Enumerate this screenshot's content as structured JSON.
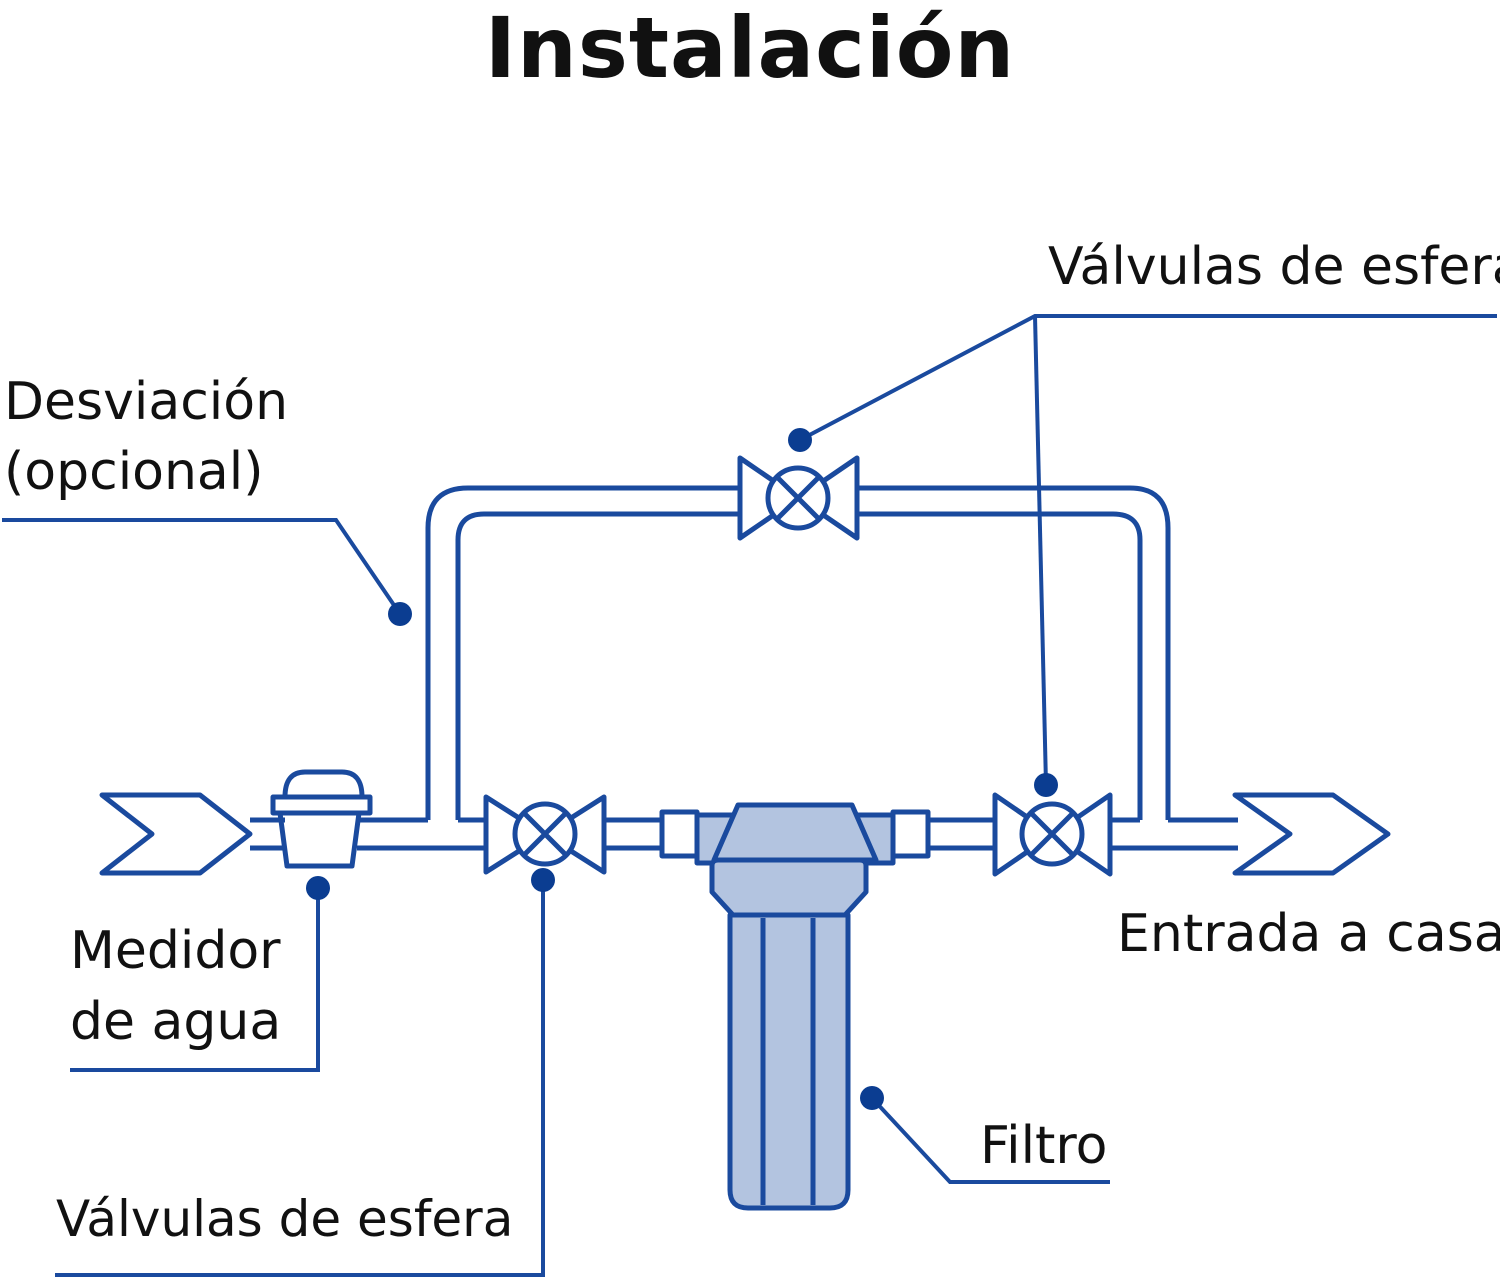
{
  "title": "Instalación",
  "labels": {
    "top_valves": "Válvulas de esfera",
    "bypass_line1": "Desviación",
    "bypass_line2": "(opcional)",
    "meter_line1": "Medidor",
    "meter_line2": "de agua",
    "house_inlet": "Entrada a casa",
    "filter": "Filtro",
    "bottom_valves": "Válvulas de esfera"
  },
  "colors": {
    "line": "#1a4a9e",
    "callout_dot": "#0b3d91",
    "filter_fill": "#b3c4e0",
    "text": "#111111"
  },
  "icons": [
    "inlet-arrow-icon",
    "water-meter-icon",
    "ball-valve-icon",
    "filter-housing-icon",
    "outlet-arrow-icon"
  ]
}
